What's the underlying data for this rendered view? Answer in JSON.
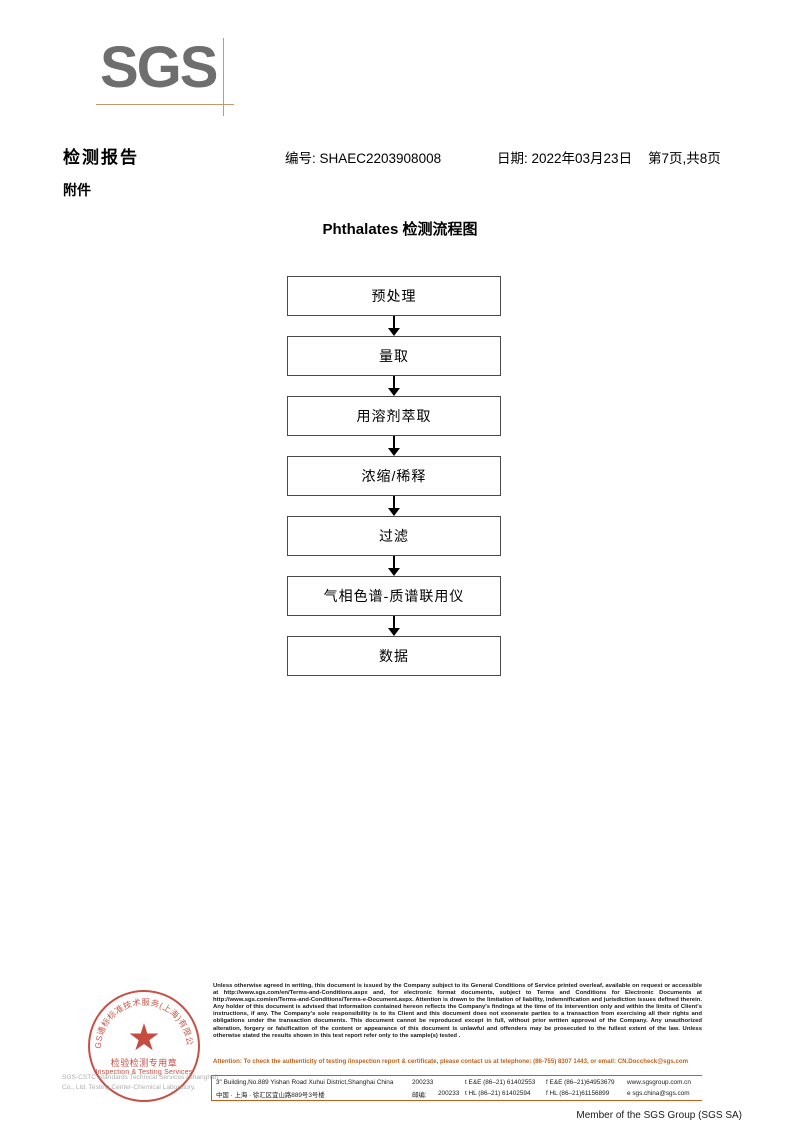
{
  "logo": {
    "text": "SGS"
  },
  "header": {
    "title": "检测报告",
    "subtitle": "附件",
    "report_no": "编号: SHAEC2203908008",
    "date": "日期: 2022年03月23日",
    "page": "第7页,共8页"
  },
  "flowchart": {
    "title": "Phthalates 检测流程图",
    "steps": [
      {
        "label": "预处理"
      },
      {
        "label": "量取"
      },
      {
        "label": "用溶剂萃取"
      },
      {
        "label": "浓缩/稀释"
      },
      {
        "label": "过滤"
      },
      {
        "label": "气相色谱-质谱联用仪"
      },
      {
        "label": "数据"
      }
    ]
  },
  "stamp": {
    "arc_text": "SGS通标标准技术服务(上海)有限公司",
    "cn_label": "检验检测专用章",
    "en_label": "Inspection & Testing Services",
    "faded_text": "SGS-CSTC Standards Technical Services (Shanghai) Co., Ltd. Testing Center-Chemical Laboratory."
  },
  "footer": {
    "legal": "Unless otherwise agreed in writing, this document is issued by the Company subject to its General Conditions of Service printed overleaf, available on request or accessible at http://www.sgs.com/en/Terms-and-Conditions.aspx and, for electronic format documents, subject to Terms and Conditions for Electronic Documents at http://www.sgs.com/en/Terms-and-Conditions/Terms-e-Document.aspx. Attention is drawn to the limitation of liability, indemnification and jurisdiction issues defined therein. Any holder of this document is advised that information contained hereon reflects the Company's findings at the time of its intervention only and within the limits of Client's instructions, if any. The Company's sole responsibility is to its Client and this document does not exonerate parties to a transaction from exercising all their rights and obligations under the transaction documents. This document cannot be reproduced except in full, without prior written approval of the Company. Any unauthorized alteration, forgery or falsification of the content or appearance of this document is unlawful and offenders may be prosecuted to the fullest extent of the law. Unless otherwise stated the results shown in this test report refer only to the sample(s) tested .",
    "attention": "Attention: To check the authenticity of testing /inspection report & certificate, please contact us at telephone: (86-755) 8307 1443, or email: CN.Doccheck@sgs.com",
    "address_en": "3\" Building,No.889 Yishan Road Xuhui District,Shanghai China",
    "address_cn": "中国 · 上海 · 徐汇区宜山路889号3号楼",
    "postcode_en": "200233",
    "postcode_cn_label": "邮编:",
    "postcode_cn": "200233",
    "tel_ee": "t E&E (86–21) 61402553",
    "fax_ee": "f E&E (86–21)64953679",
    "tel_hl": "t HL (86–21) 61402594",
    "fax_hl": "f HL (86–21)61156899",
    "website": "www.sgsgroup.com.cn",
    "email": "e  sgs.china@sgs.com",
    "member": "Member of the SGS Group (SGS SA)"
  },
  "colors": {
    "logo_gray": "#6e6e6e",
    "logo_tan": "#c29a70",
    "attention_orange": "#c2611b",
    "stamp_red": "#c0392b"
  }
}
